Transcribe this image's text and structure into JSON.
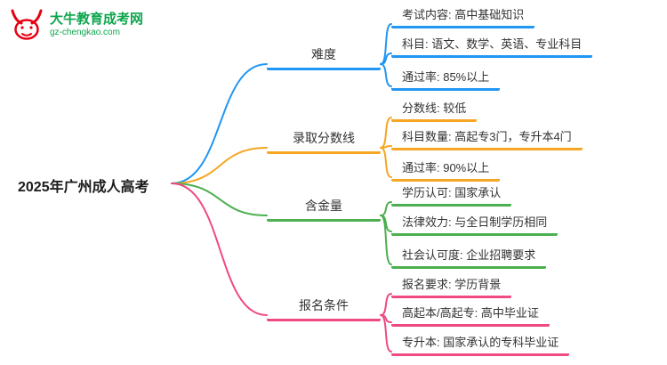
{
  "logo": {
    "site_name": "大牛教育成考网",
    "site_url": "gz-chengkao.com",
    "brand_green": "#0ea54e",
    "brand_red": "#e60012"
  },
  "root": {
    "label": "2025年广州成人高考"
  },
  "branches": [
    {
      "label": "难度",
      "color": "#2196f3",
      "children": [
        {
          "text": "考试内容: 高中基础知识"
        },
        {
          "text": "科目: 语文、数学、英语、专业科目"
        },
        {
          "text": "通过率: 85%以上"
        }
      ]
    },
    {
      "label": "录取分数线",
      "color": "#f5a623",
      "children": [
        {
          "text": "分数线: 较低"
        },
        {
          "text": "科目数量: 高起专3门，专升本4门"
        },
        {
          "text": "通过率: 90%以上"
        }
      ]
    },
    {
      "label": "含金量",
      "color": "#4caf50",
      "children": [
        {
          "text": "学历认可: 国家承认"
        },
        {
          "text": "法律效力: 与全日制学历相同"
        },
        {
          "text": "社会认可度: 企业招聘要求"
        }
      ]
    },
    {
      "label": "报名条件",
      "color": "#ef4a81",
      "children": [
        {
          "text": "报名要求: 学历背景"
        },
        {
          "text": "高起本/高起专: 高中毕业证"
        },
        {
          "text": "专升本: 国家承认的专科毕业证"
        }
      ]
    }
  ]
}
